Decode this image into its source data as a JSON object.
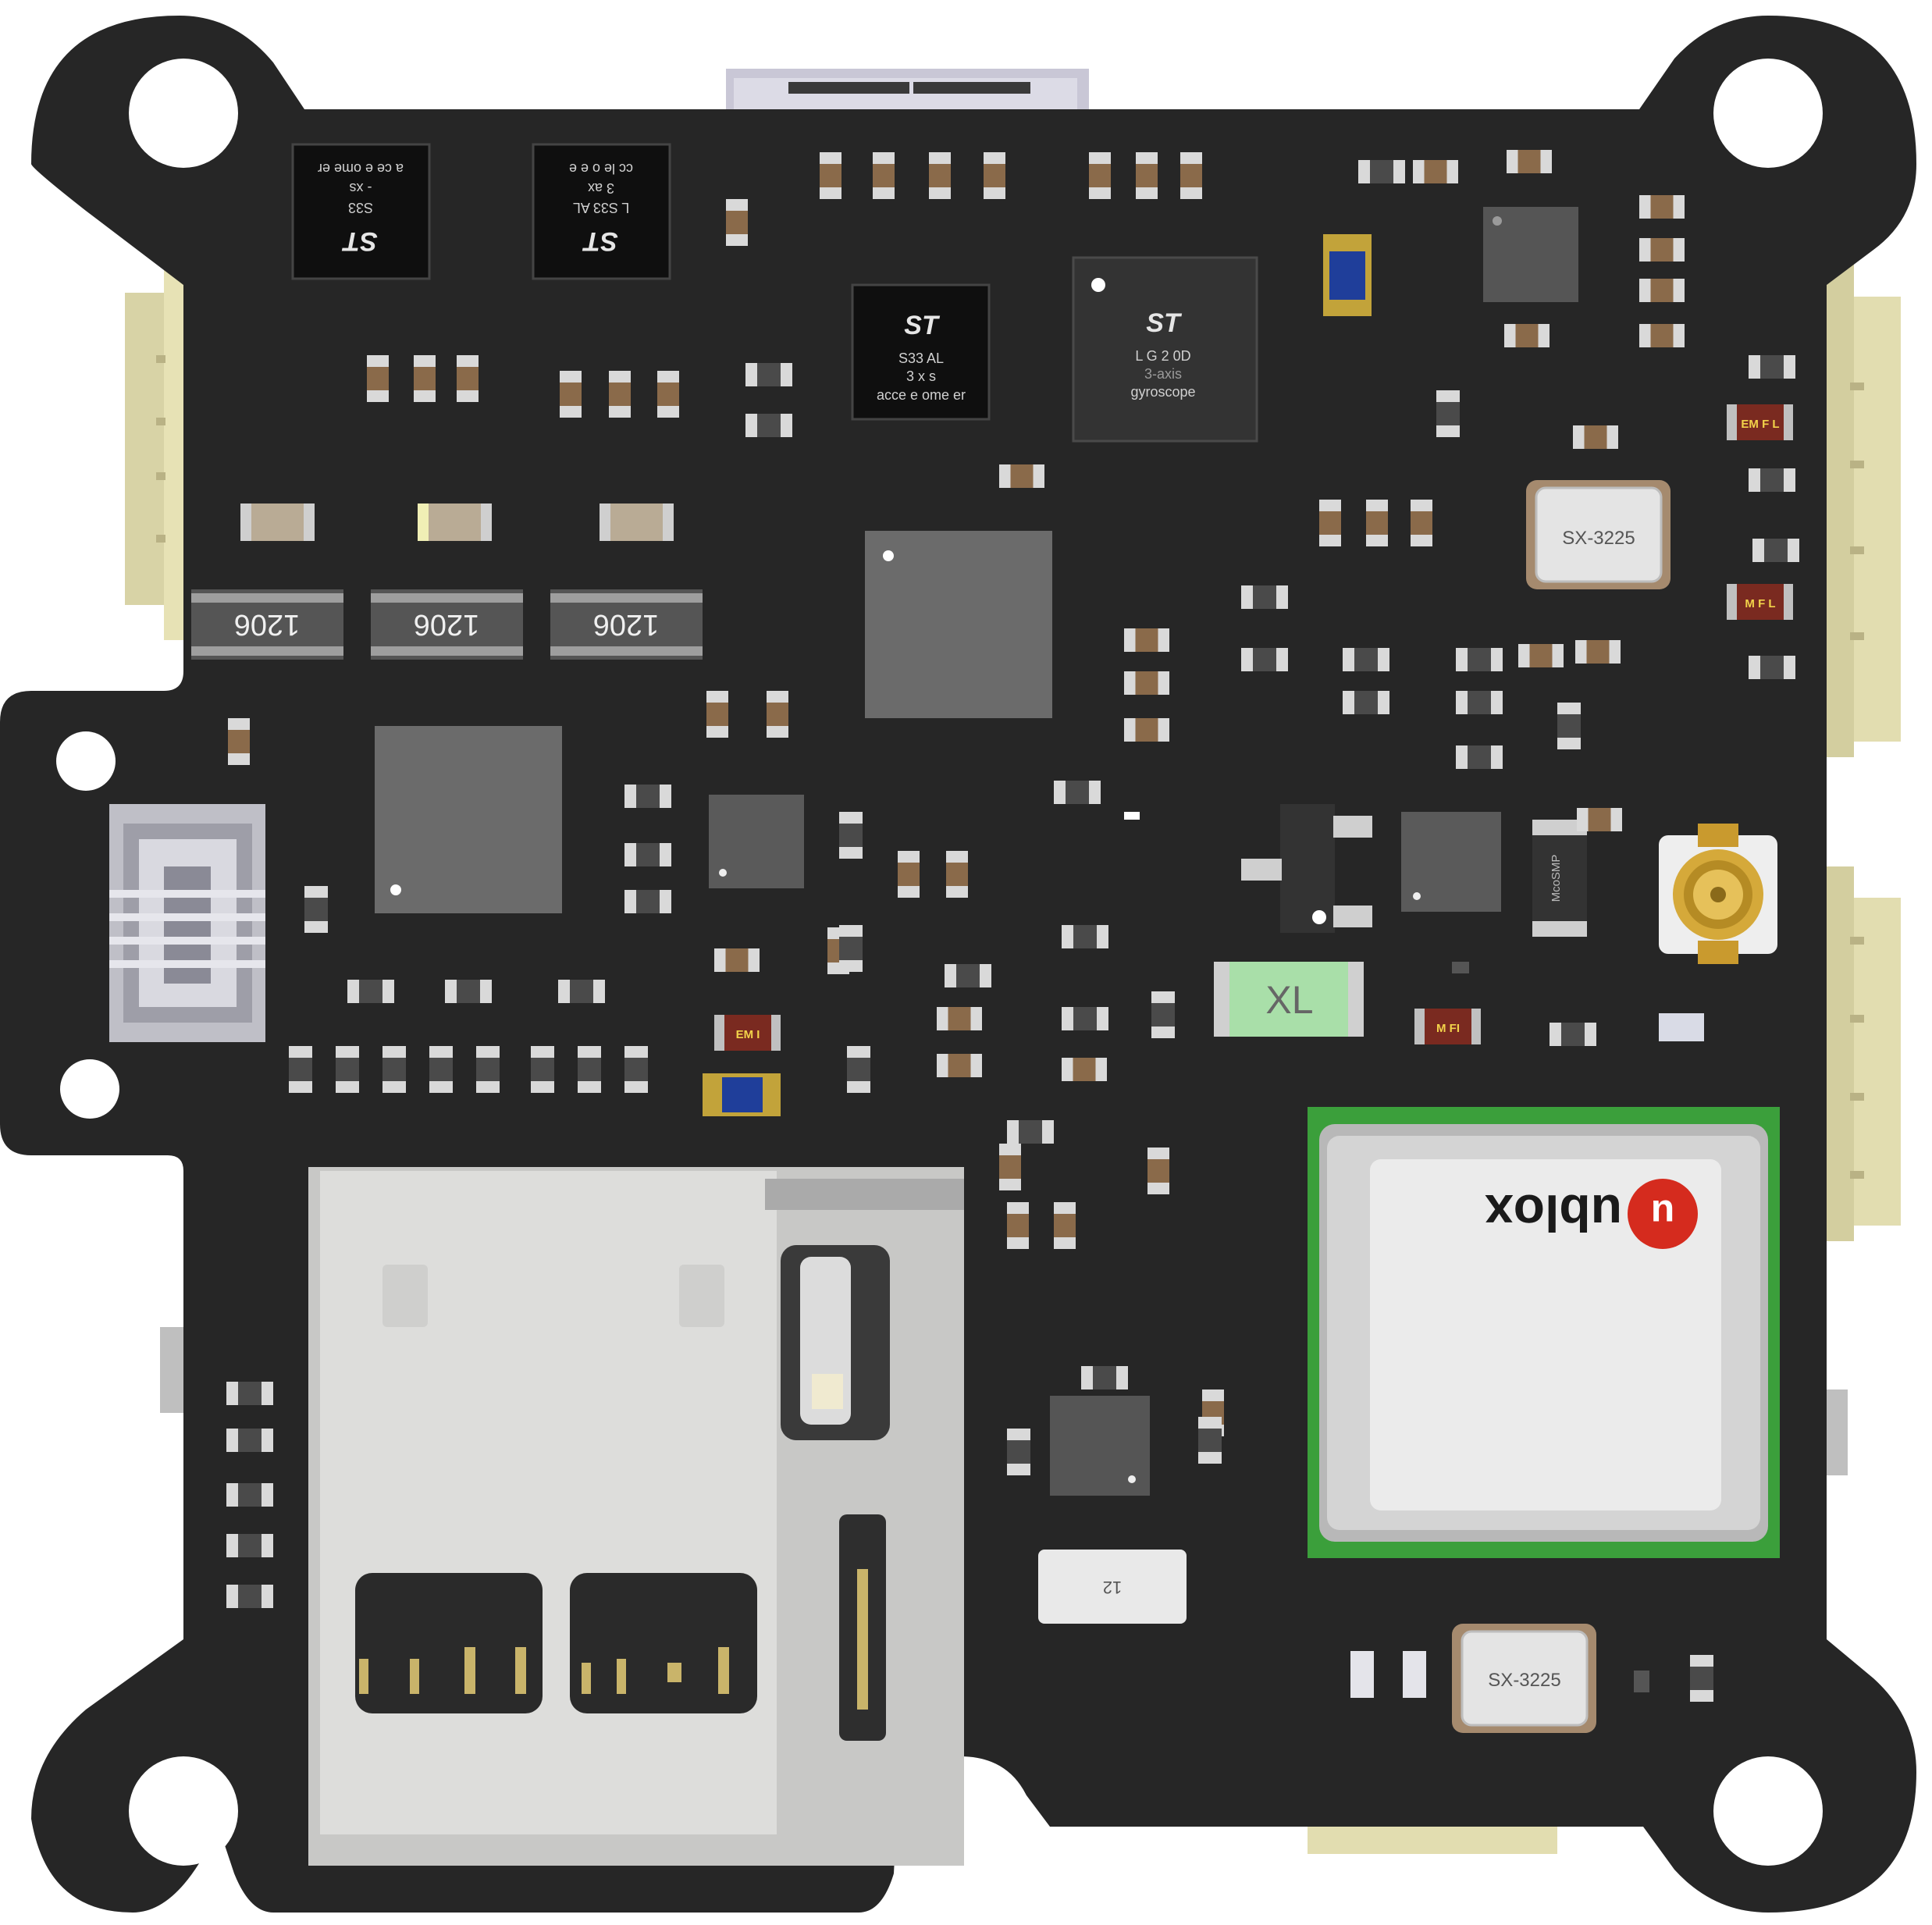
{
  "image_title": "",
  "usb_connector_label": "",
  "chips": {
    "accel_topleft": {
      "line1": "S33",
      "line2": "- xs",
      "line3": "a ce e ome er",
      "logo": "ST"
    },
    "accel_topmid": {
      "line1": "L S33 AL",
      "line2": "3 ax",
      "line3": "cc le o  e e",
      "logo": "ST"
    },
    "accel_center": {
      "line1": "S33 AL",
      "line2": "3  x s",
      "line3": "acce e ome er",
      "logo": "ST"
    },
    "gyro": {
      "line1": "L  G 2 0D",
      "line2": "3-axis",
      "line3": "gyroscope",
      "logo": "ST"
    }
  },
  "resistor_packs": [
    "1206",
    "1206",
    "1206"
  ],
  "crystals": [
    "SX-3225",
    "SX-3225"
  ],
  "fuses": [
    "EM F L",
    "M F L",
    "EM   I",
    "M FI"
  ],
  "green_fuse": "XL",
  "diode": "McoSMP",
  "gps_module": {
    "brand": "ublox",
    "brand_u": "u"
  },
  "small_part_label": "12"
}
